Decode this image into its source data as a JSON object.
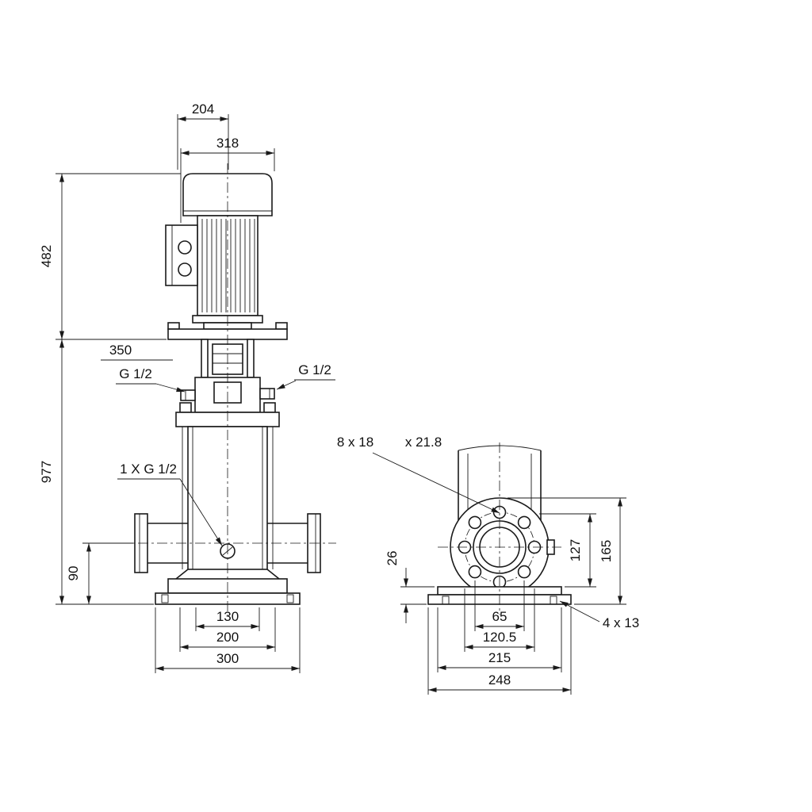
{
  "page": {
    "background": "#ffffff",
    "line_color": "#1a1a1a"
  },
  "front_view": {
    "dim_motor_top_width": "204",
    "dim_motor_width": "318",
    "dim_motor_height": "482",
    "dim_depth": "350",
    "dim_pump_height": "977",
    "label_plug_left": "G 1/2",
    "label_plug_right": "G 1/2",
    "label_drain_plug": "1 X G 1/2",
    "dim_port_height": "90",
    "dim_base_inner_width": "130",
    "dim_base_mid_width": "200",
    "dim_base_width": "300"
  },
  "side_view": {
    "label_flange_holes": "8 x 18",
    "label_flange_holes_depth": "x 21.8",
    "dim_baseplate_thickness": "26",
    "dim_flange_to_base_top": "127",
    "dim_flange_height": "165",
    "dim_hole_spacing": "65",
    "dim_bolt_circle": "120.5",
    "dim_base_mid_width": "215",
    "dim_base_width": "248",
    "label_base_holes": "4 x 13"
  }
}
